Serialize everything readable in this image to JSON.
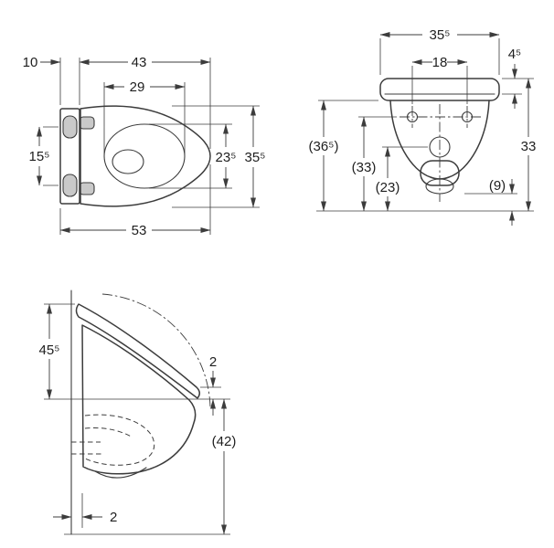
{
  "drawing": {
    "line_color": "#3c3c3c",
    "pad_fill": "#c9c9c9",
    "views": {
      "plan": {
        "dims": {
          "plate_depth": "10",
          "bowl_depth": "43",
          "inner_length": "29",
          "fixing_span": "15⁵",
          "inner_width": "23⁵",
          "outer_width": "35⁵",
          "total_depth": "53"
        }
      },
      "front": {
        "dims": {
          "width": "35⁵",
          "hole_spacing": "18",
          "top_edge": "4⁵",
          "height_overall": "(36⁵)",
          "height_holes": "(33)",
          "height_outlet": "(23)",
          "body_height": "33",
          "outlet_bottom": "(9)"
        }
      },
      "side": {
        "dims": {
          "lid_height": "45⁵",
          "seat_thickness": "2",
          "underside_height": "(42)",
          "wall_gap": "2"
        }
      }
    }
  }
}
